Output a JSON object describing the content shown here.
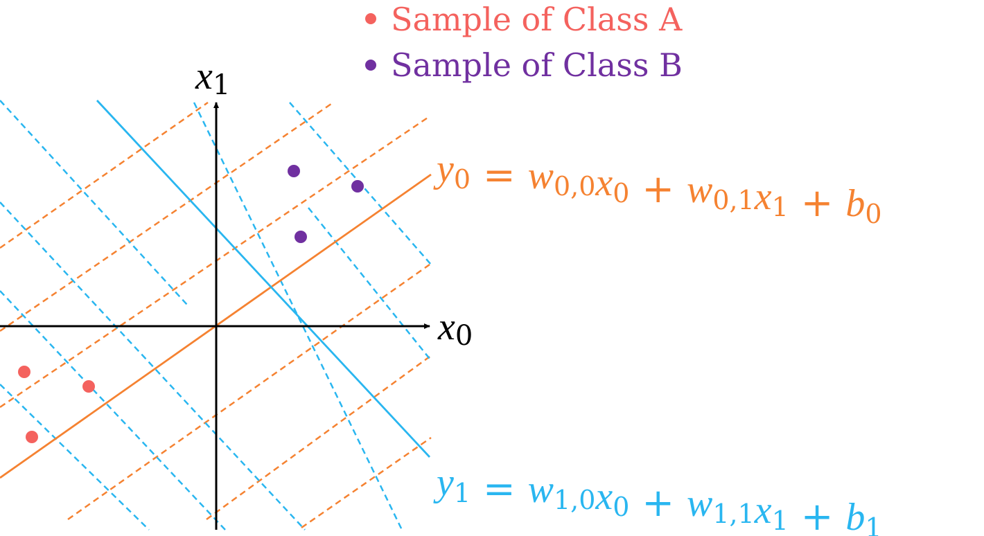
{
  "legend": {
    "class_a": {
      "label": "Sample of Class A",
      "color": "#f4625e"
    },
    "class_b": {
      "label": "Sample of Class B",
      "color": "#7030a0"
    }
  },
  "axes": {
    "x_label": {
      "var": "x",
      "sub": "0"
    },
    "y_label": {
      "var": "x",
      "sub": "1"
    }
  },
  "equations": {
    "y0": {
      "color": "#f58231",
      "parts": [
        {
          "t": "y",
          "s": "0"
        },
        {
          "t": " = "
        },
        {
          "t": "w",
          "s": "0,0"
        },
        {
          "t": "x",
          "s": "0"
        },
        {
          "t": " + "
        },
        {
          "t": "w",
          "s": "0,1"
        },
        {
          "t": "x",
          "s": "1"
        },
        {
          "t": " + "
        },
        {
          "t": "b",
          "s": "0"
        }
      ]
    },
    "y1": {
      "color": "#29b6f0",
      "parts": [
        {
          "t": "y",
          "s": "1"
        },
        {
          "t": " = "
        },
        {
          "t": "w",
          "s": "1,0"
        },
        {
          "t": "x",
          "s": "0"
        },
        {
          "t": " + "
        },
        {
          "t": "w",
          "s": "1,1"
        },
        {
          "t": "x",
          "s": "1"
        },
        {
          "t": " + "
        },
        {
          "t": "b",
          "s": "1"
        }
      ]
    }
  },
  "colors": {
    "axis": "#000000",
    "orange": "#f58231",
    "blue": "#29b6f0"
  }
}
